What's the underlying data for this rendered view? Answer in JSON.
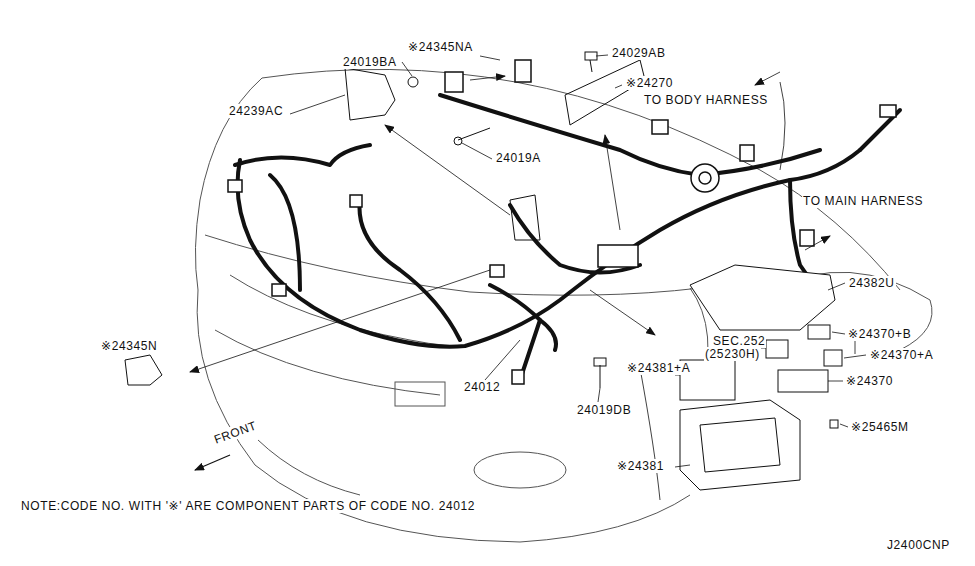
{
  "diagram": {
    "labels": [
      "24019BA",
      "※24345NA",
      "24029AB",
      "※24270",
      "TO BODY HARNESS",
      "24239AC",
      "24019A",
      "TO MAIN HARNESS",
      "24382U",
      "※24370+B",
      "SEC.252",
      "(25230H)",
      "※24370+A",
      "※24381+A",
      "※24370",
      "※24345N",
      "24012",
      "24019DB",
      "※25465M",
      "※24381",
      "FRONT",
      "NOTE:CODE NO. WITH '※' ARE COMPONENT PARTS OF CODE NO. 24012",
      "J2400CNP"
    ]
  }
}
